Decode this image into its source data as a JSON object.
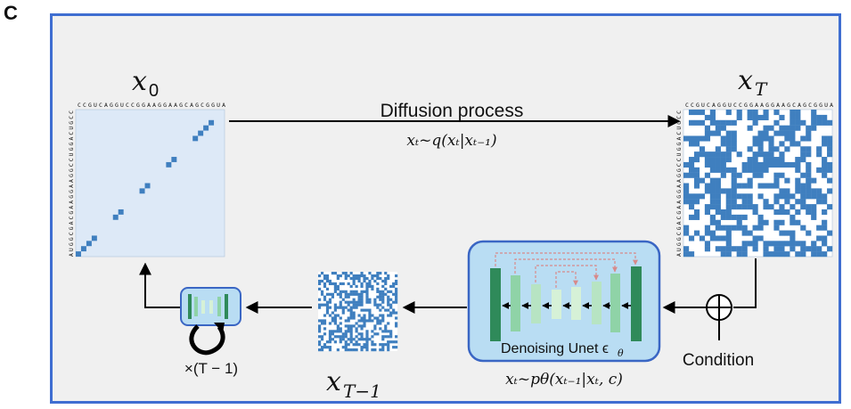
{
  "panel_label": "C",
  "colors": {
    "frame": "#3f6ed1",
    "background": "#f0f0f0",
    "matrix_cell": "#3f7fbf",
    "matrix_bg": "#dde9f7",
    "noise_bg": "#ffffff",
    "unet_box": "#b9ddf3",
    "unet_outer": "#2f8a5a",
    "unet_mid": "#8fd3a7",
    "unet_inner": "#cdeecf",
    "skip_arrow": "#d88a8a"
  },
  "x0": {
    "symbol": "x",
    "sub": "0"
  },
  "xT": {
    "symbol": "x",
    "sub": "T"
  },
  "xT1": {
    "symbol": "x",
    "sub": "T−1"
  },
  "sequence": "CCGUCAGGUCCGGAAGGAAGCAGCGGUA",
  "sequence_vertical": "AUGGCGACGAAGGAAGGCCUGGACUGCC",
  "diffusion": {
    "label": "Diffusion process",
    "formula": "xₜ~q(xₜ|xₜ₋₁)"
  },
  "unet": {
    "label": "Denoising Unet ϵ",
    "label_sub": "θ",
    "formula": "xₜ~pθ(xₜ₋₁|xₜ,  c)"
  },
  "condition": {
    "label": "Condition"
  },
  "repeat": {
    "label": "×(T − 1)"
  },
  "icons": {
    "condition": "circle-plus-icon",
    "loop": "loop-arrow-icon",
    "unet_small": "unet-icon"
  }
}
